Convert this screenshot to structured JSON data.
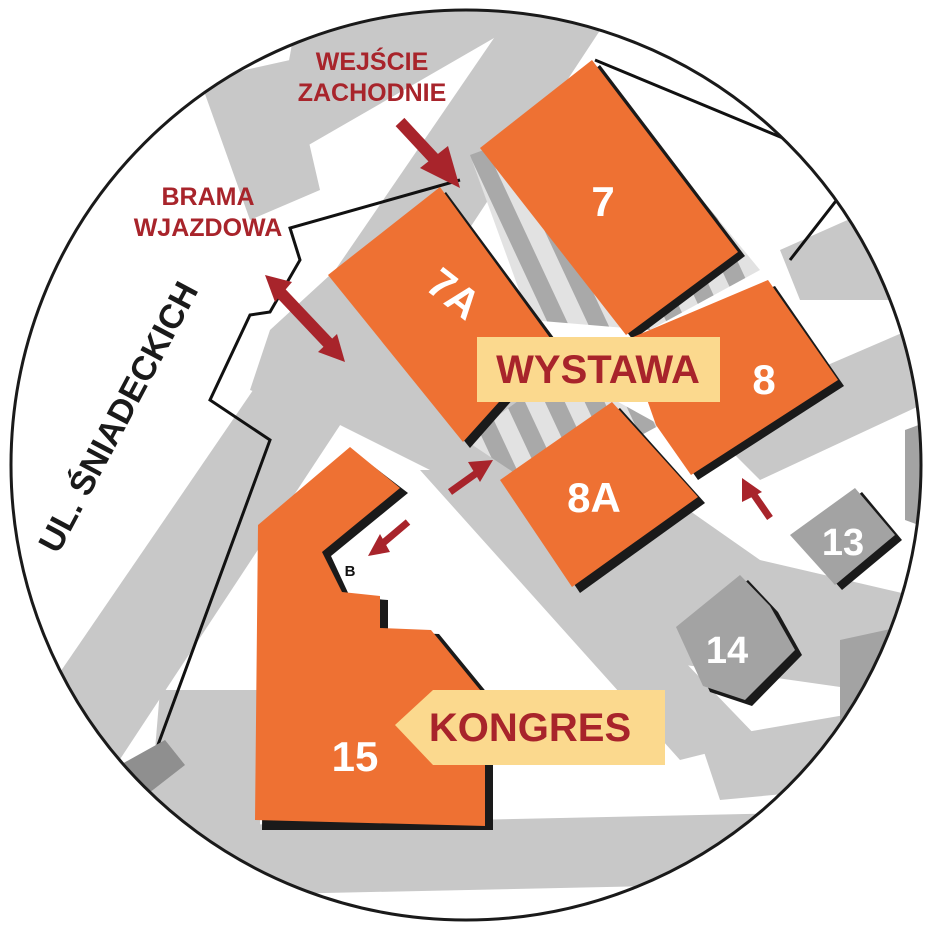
{
  "colors": {
    "road": "#c8c8c8",
    "hall": "#ee7133",
    "hall_shadow": "#1a1a1a",
    "other_building": "#a3a3a3",
    "arrow": "#a8242b",
    "label_bg": "#fbd98e",
    "label_text": "#a8242b",
    "stripe_light": "#e2e2e2",
    "stripe_dark": "#a9a9a9"
  },
  "labels": {
    "west_entrance_line1": "WEJŚCIE",
    "west_entrance_line2": "ZACHODNIE",
    "gate_line1": "BRAMA",
    "gate_line2": "WJAZDOWA",
    "street": "UL. ŚNIADECKICH",
    "exhibition": "WYSTAWA",
    "congress": "KONGRES",
    "entrance_b": "B"
  },
  "buildings": {
    "hall_7": "7",
    "hall_7a": "7A",
    "hall_8": "8",
    "hall_8a": "8A",
    "hall_15": "15",
    "building_13": "13",
    "building_14": "14"
  }
}
